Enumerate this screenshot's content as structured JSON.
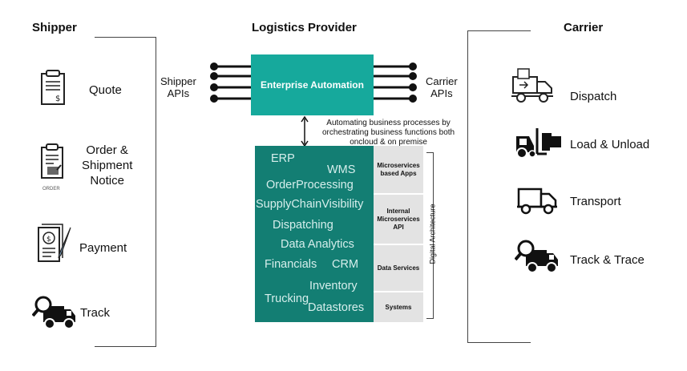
{
  "shipper": {
    "title": "Shipper",
    "items": [
      {
        "label": "Quote",
        "icon": "quote-document-icon"
      },
      {
        "label": "Order &\nShipment\nNotice",
        "icon": "order-clipboard-icon",
        "sublabel": "ORDER"
      },
      {
        "label": "Payment",
        "icon": "payment-document-icon"
      },
      {
        "label": "Track",
        "icon": "truck-magnifier-icon"
      }
    ]
  },
  "provider": {
    "title": "Logistics Provider",
    "shipper_apis": "Shipper\nAPIs",
    "carrier_apis": "Carrier\nAPIs",
    "enterprise_automation": "Enterprise Automation",
    "note": "Automating business processes by\norchestrating business functions both\noncloud & on premise",
    "apps": {
      "erp": "ERP",
      "wms": "WMS",
      "order_processing": "OrderProcessing",
      "supply_chain_visibility": "SupplyChainVisibility",
      "dispatching": "Dispatching",
      "data_analytics": "Data Analytics",
      "financials": "Financials",
      "crm": "CRM",
      "inventory": "Inventory",
      "trucking": "Trucking",
      "datastores": "Datastores"
    },
    "layers": [
      "Microservices\nbased Apps",
      "Internal\nMicroservices\nAPI",
      "Data Services",
      "Systems"
    ],
    "architecture_label": "Digital Architecture"
  },
  "carrier": {
    "title": "Carrier",
    "items": [
      {
        "label": "Dispatch",
        "icon": "dispatch-truck-icon"
      },
      {
        "label": "Load & Unload",
        "icon": "forklift-icon"
      },
      {
        "label": "Transport",
        "icon": "transport-truck-icon"
      },
      {
        "label": "Track & Trace",
        "icon": "truck-magnifier-icon"
      }
    ]
  },
  "colors": {
    "ea_box": "#16a99c",
    "apps_panel": "#137e73",
    "layer_cells": "#e3e3e3"
  }
}
